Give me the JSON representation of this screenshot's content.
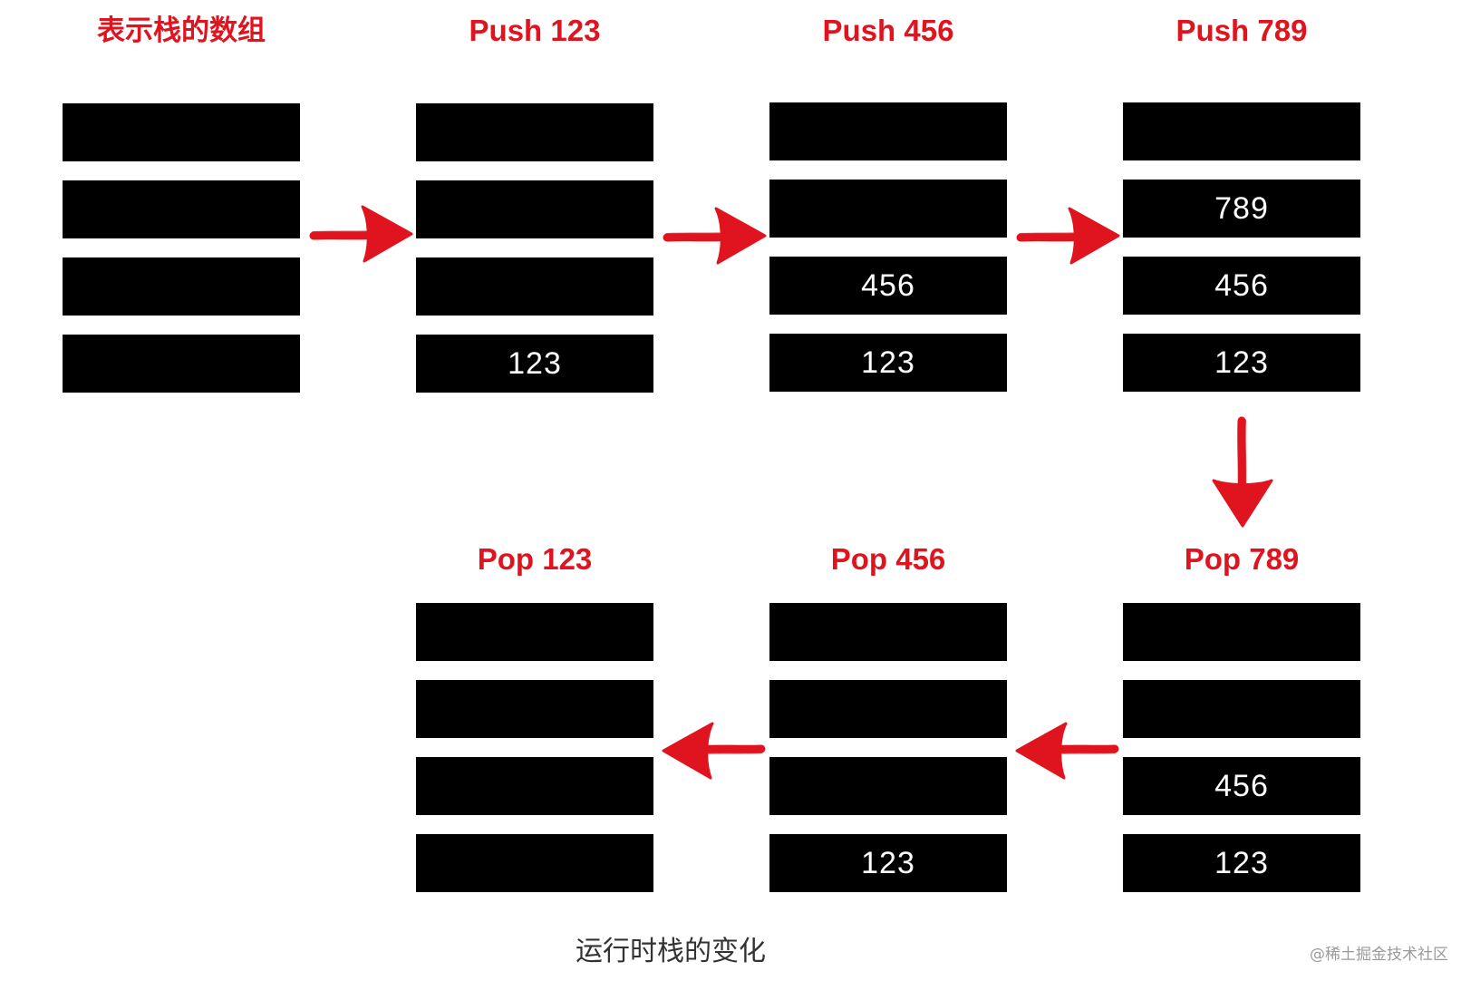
{
  "stacks": [
    {
      "title": "表示栈的数组",
      "slots": [
        "",
        "",
        "",
        ""
      ]
    },
    {
      "title": "Push 123",
      "slots": [
        "",
        "",
        "",
        "123"
      ]
    },
    {
      "title": "Push 456",
      "slots": [
        "",
        "",
        "456",
        "123"
      ]
    },
    {
      "title": "Push 789",
      "slots": [
        "",
        "789",
        "456",
        "123"
      ]
    },
    {
      "title": "Pop 123",
      "slots": [
        "",
        "",
        "",
        ""
      ]
    },
    {
      "title": "Pop 456",
      "slots": [
        "",
        "",
        "",
        "123"
      ]
    },
    {
      "title": "Pop 789",
      "slots": [
        "",
        "",
        "456",
        "123"
      ]
    }
  ],
  "caption": "运行时栈的变化",
  "watermark": "@稀土掘金技术社区",
  "colors": {
    "title": "#e0141f",
    "arrow": "#e0141f",
    "slot": "#000000",
    "slot_text": "#ffffff"
  }
}
